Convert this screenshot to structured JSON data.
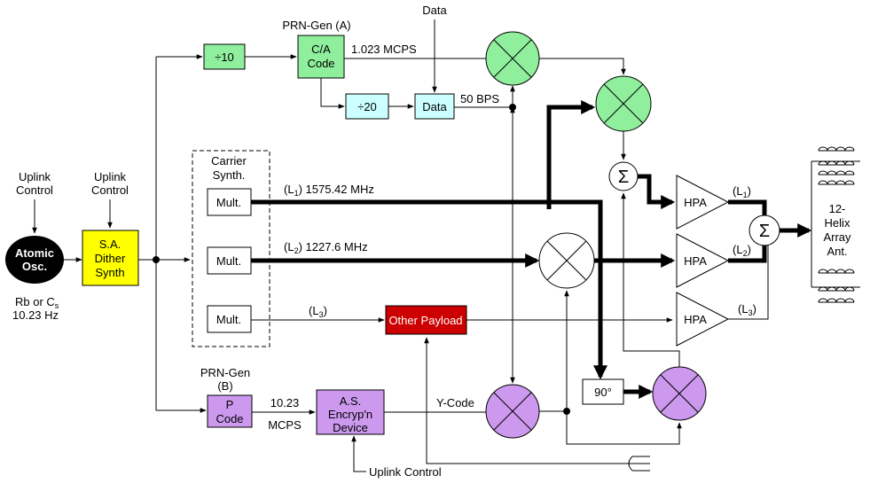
{
  "labels": {
    "uplink_control_1": "Uplink",
    "uplink_control_1b": "Control",
    "uplink_control_2": "Uplink",
    "uplink_control_2b": "Control",
    "atomic_1": "Atomic",
    "atomic_2": "Osc.",
    "rb_cs": "Rb or C",
    "rb_cs_sub": "s",
    "freq_1023": "10.23 Hz",
    "sa_1": "S.A.",
    "sa_2": "Dither",
    "sa_3": "Synth",
    "div10": "÷10",
    "prn_a": "PRN-Gen (A)",
    "ca_1": "C/A",
    "ca_2": "Code",
    "mcps_1023": "1.023 MCPS",
    "data_top": "Data",
    "div20": "÷20",
    "data_box": "Data",
    "bps_50": "50 BPS",
    "carrier_1": "Carrier",
    "carrier_2": "Synth.",
    "mult_1": "Mult.",
    "mult_2": "Mult.",
    "mult_3": "Mult.",
    "l1_freq_a": "(L",
    "l1_freq_sub": "1",
    "l1_freq_b": ") 1575.42 MHz",
    "l2_freq_a": "(L",
    "l2_freq_sub": "2",
    "l2_freq_b": ") 1227.6 MHz",
    "l3_a": "(L",
    "l3_sub": "3",
    "l3_b": ")",
    "other_payload": "Other Payload",
    "prn_b_1": "PRN-Gen",
    "prn_b_2": "(B)",
    "p_1": "P",
    "p_2": "Code",
    "mcps_p_1": "10.23",
    "mcps_p_2": "MCPS",
    "as_1": "A.S.",
    "as_2": "Encryp'n",
    "as_3": "Device",
    "ycode": "Y-Code",
    "deg90": "90°",
    "uplink_control_bottom": "Uplink Control",
    "hpa_1": "HPA",
    "hpa_2": "HPA",
    "hpa_3": "HPA",
    "out_l1_a": "(L",
    "out_l1_sub": "1",
    "out_l1_b": ")",
    "out_l2_a": "(L",
    "out_l2_sub": "2",
    "out_l2_b": ")",
    "out_l3_a": "(L",
    "out_l3_sub": "3",
    "out_l3_b": ")",
    "sigma_1": "Σ",
    "sigma_2": "Σ",
    "ant_1": "12-",
    "ant_2": "Helix",
    "ant_3": "Array",
    "ant_4": "Ant."
  },
  "colors": {
    "green": "#8fef9c",
    "yellow": "#ffff00",
    "cyan": "#ccffff",
    "lavender": "#cc99ee",
    "red": "#cc0000",
    "black": "#000000",
    "white": "#ffffff"
  }
}
